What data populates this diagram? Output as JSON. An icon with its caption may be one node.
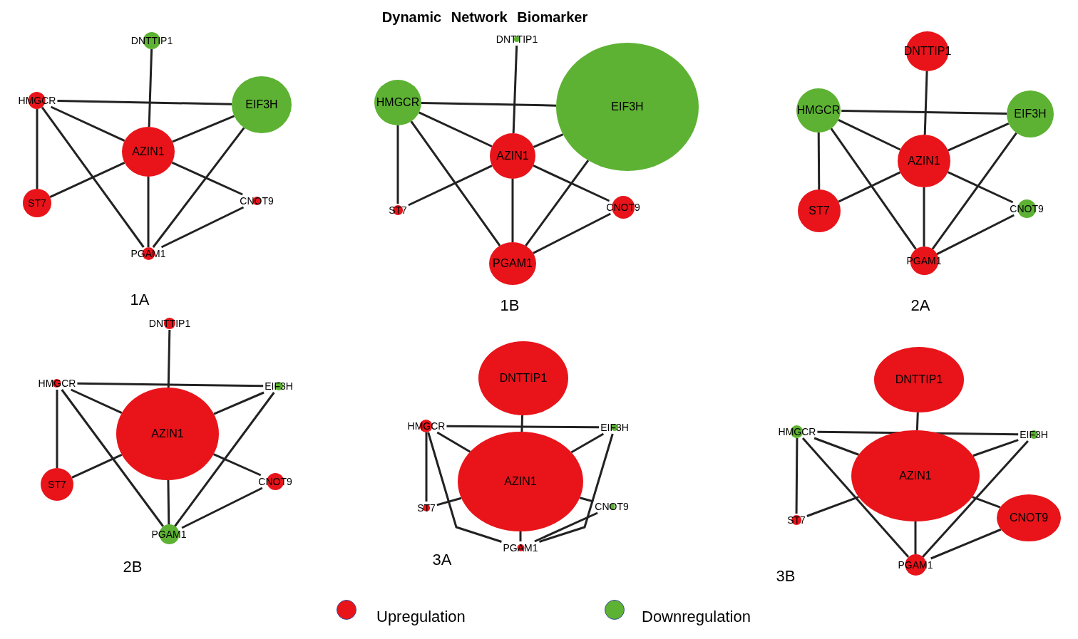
{
  "diagram": {
    "title": "Dynamic Network Biomarker",
    "nodes": [
      {
        "text": [
          "DNTTIP1"
        ]
      },
      {
        "text": [
          "HMGCR"
        ]
      },
      {
        "text": [
          "EIF3H"
        ]
      },
      {
        "text": [
          "AZIN1"
        ]
      },
      {
        "text": [
          "ST7"
        ]
      },
      {
        "text": [
          "CNOT9"
        ]
      },
      {
        "text": [
          "PGAM1"
        ]
      },
      {
        "text": [
          "DNTTIP1"
        ]
      },
      {
        "text": [
          "HMGCR"
        ]
      },
      {
        "text": [
          "EIF3H"
        ]
      },
      {
        "text": [
          "AZIN1"
        ]
      },
      {
        "text": [
          "ST7"
        ]
      },
      {
        "text": [
          "CNOT9"
        ]
      },
      {
        "text": [
          "PGAM1"
        ]
      },
      {
        "text": [
          "DNTTIP1"
        ]
      },
      {
        "text": [
          "HMGCR"
        ]
      },
      {
        "text": [
          "EIF3H"
        ]
      },
      {
        "text": [
          "AZIN1"
        ]
      },
      {
        "text": [
          "ST7"
        ]
      },
      {
        "text": [
          "CNOT9"
        ]
      },
      {
        "text": [
          "PGAM1"
        ]
      },
      {
        "text": [
          "DNTTIP1"
        ]
      },
      {
        "text": [
          "HMGCR"
        ]
      },
      {
        "text": [
          "EIF3H"
        ]
      },
      {
        "text": [
          "AZIN1"
        ]
      },
      {
        "text": [
          "ST7"
        ]
      },
      {
        "text": [
          "CNOT9"
        ]
      },
      {
        "text": [
          "PGAM1"
        ]
      },
      {
        "text": [
          "DNTTIP1"
        ]
      },
      {
        "text": [
          "HMGCR"
        ]
      },
      {
        "text": [
          "EIF3H"
        ]
      },
      {
        "text": [
          "AZIN1"
        ]
      },
      {
        "text": [
          "ST7"
        ]
      },
      {
        "text": [
          "CNOT9"
        ]
      },
      {
        "text": [
          "PGAM1"
        ]
      },
      {
        "text": [
          "DNTTIP1"
        ]
      },
      {
        "text": [
          "HMGCR"
        ]
      },
      {
        "text": [
          "EIF3H"
        ]
      },
      {
        "text": [
          "AZIN1"
        ]
      },
      {
        "text": [
          "ST7"
        ]
      },
      {
        "text": [
          "CNOT9"
        ]
      },
      {
        "text": [
          "PGAM1"
        ]
      }
    ],
    "edges": [
      {
        "from": 0,
        "to": 3,
        "arrow": "none"
      },
      {
        "from": 1,
        "to": 2,
        "arrow": "none"
      },
      {
        "from": 1,
        "to": 3,
        "arrow": "none"
      },
      {
        "from": 1,
        "to": 4,
        "arrow": "none"
      },
      {
        "from": 1,
        "to": 6,
        "arrow": "none"
      },
      {
        "from": 3,
        "to": 2,
        "arrow": "none"
      },
      {
        "from": 3,
        "to": 4,
        "arrow": "none"
      },
      {
        "from": 3,
        "to": 5,
        "arrow": "none"
      },
      {
        "from": 3,
        "to": 6,
        "arrow": "none"
      },
      {
        "from": 2,
        "to": 6,
        "arrow": "none"
      },
      {
        "from": 5,
        "to": 6,
        "arrow": "none"
      },
      {
        "from": 7,
        "to": 10,
        "arrow": "none"
      },
      {
        "from": 8,
        "to": 9,
        "arrow": "none"
      },
      {
        "from": 8,
        "to": 10,
        "arrow": "none"
      },
      {
        "from": 8,
        "to": 11,
        "arrow": "none"
      },
      {
        "from": 8,
        "to": 13,
        "arrow": "none"
      },
      {
        "from": 10,
        "to": 9,
        "arrow": "none"
      },
      {
        "from": 10,
        "to": 11,
        "arrow": "none"
      },
      {
        "from": 10,
        "to": 12,
        "arrow": "none"
      },
      {
        "from": 10,
        "to": 13,
        "arrow": "none"
      },
      {
        "from": 9,
        "to": 13,
        "arrow": "none"
      },
      {
        "from": 12,
        "to": 13,
        "arrow": "none"
      },
      {
        "from": 14,
        "to": 17,
        "arrow": "none"
      },
      {
        "from": 15,
        "to": 16,
        "arrow": "none"
      },
      {
        "from": 15,
        "to": 17,
        "arrow": "none"
      },
      {
        "from": 15,
        "to": 18,
        "arrow": "none"
      },
      {
        "from": 15,
        "to": 20,
        "arrow": "none"
      },
      {
        "from": 17,
        "to": 16,
        "arrow": "none"
      },
      {
        "from": 17,
        "to": 18,
        "arrow": "none"
      },
      {
        "from": 17,
        "to": 19,
        "arrow": "none"
      },
      {
        "from": 17,
        "to": 20,
        "arrow": "none"
      },
      {
        "from": 16,
        "to": 20,
        "arrow": "none"
      },
      {
        "from": 19,
        "to": 20,
        "arrow": "none"
      },
      {
        "from": 21,
        "to": 24,
        "arrow": "none"
      },
      {
        "from": 22,
        "to": 23,
        "arrow": "none"
      },
      {
        "from": 22,
        "to": 24,
        "arrow": "none"
      },
      {
        "from": 22,
        "to": 25,
        "arrow": "none"
      },
      {
        "from": 22,
        "to": 27,
        "arrow": "none"
      },
      {
        "from": 24,
        "to": 23,
        "arrow": "none"
      },
      {
        "from": 24,
        "to": 25,
        "arrow": "none"
      },
      {
        "from": 24,
        "to": 26,
        "arrow": "none"
      },
      {
        "from": 24,
        "to": 27,
        "arrow": "none"
      },
      {
        "from": 23,
        "to": 27,
        "arrow": "none"
      },
      {
        "from": 26,
        "to": 27,
        "arrow": "none"
      },
      {
        "from": 28,
        "to": 31,
        "arrow": "none"
      },
      {
        "from": 29,
        "to": 30,
        "arrow": "none"
      },
      {
        "from": 29,
        "to": 31,
        "arrow": "none"
      },
      {
        "from": 29,
        "to": 32,
        "arrow": "none"
      },
      {
        "from": 29,
        "to": 34,
        "arrow": "none"
      },
      {
        "from": 31,
        "to": 30,
        "arrow": "none"
      },
      {
        "from": 31,
        "to": 32,
        "arrow": "none"
      },
      {
        "from": 31,
        "to": 33,
        "arrow": "none"
      },
      {
        "from": 31,
        "to": 34,
        "arrow": "none"
      },
      {
        "from": 30,
        "to": 34,
        "arrow": "none"
      },
      {
        "from": 33,
        "to": 34,
        "arrow": "none"
      },
      {
        "from": 35,
        "to": 38,
        "arrow": "none"
      },
      {
        "from": 36,
        "to": 37,
        "arrow": "none"
      },
      {
        "from": 36,
        "to": 38,
        "arrow": "none"
      },
      {
        "from": 36,
        "to": 39,
        "arrow": "none"
      },
      {
        "from": 36,
        "to": 41,
        "arrow": "none"
      },
      {
        "from": 38,
        "to": 37,
        "arrow": "none"
      },
      {
        "from": 38,
        "to": 39,
        "arrow": "none"
      },
      {
        "from": 38,
        "to": 40,
        "arrow": "none"
      },
      {
        "from": 38,
        "to": 41,
        "arrow": "none"
      },
      {
        "from": 37,
        "to": 41,
        "arrow": "none"
      },
      {
        "from": 40,
        "to": 41,
        "arrow": "none"
      }
    ],
    "labels": [
      "1A",
      "1B",
      "2A",
      "2B",
      "3A",
      "3B"
    ],
    "legend": [
      {
        "text": "Upregulation",
        "color": "#e8141a"
      },
      {
        "text": "Downregulation",
        "color": "#5db233"
      }
    ]
  }
}
